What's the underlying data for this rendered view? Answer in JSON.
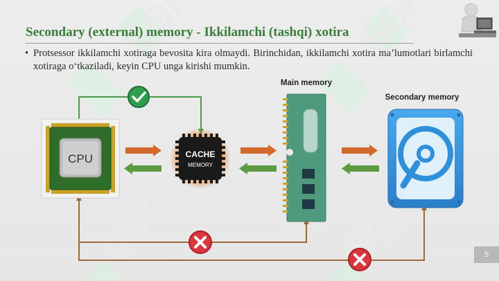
{
  "slide": {
    "title": "Secondary (external) memory - Ikkilamchi (tashqi) xotira",
    "bullet": "Protsessor ikkilamchi xotiraga bevosita kira olmaydi. Birinchidan, ikkilamchi xotira ma’lumotlari birlamchi xotiraga o‘tkaziladi, keyin CPU unga kirishi mumkin.",
    "page_number": "5"
  },
  "diagram": {
    "cpu_label": "CPU",
    "cache_label": "CACHE",
    "cache_sublabel": "MEMORY",
    "main_memory_label": "Main memory",
    "secondary_memory_label": "Secondary memory"
  },
  "watermark_text": "SOFF",
  "colors": {
    "title_green": "#3a7d3b",
    "arrow_orange": "#d2692c",
    "arrow_green": "#5b9a3e",
    "connector_brown": "#9a6a3a",
    "check_green": "#2e9e4e",
    "cross_red": "#d9363e",
    "ram_board": "#4f9a7c",
    "disk_blue": "#2f8fd8"
  },
  "icons": {
    "check": "check-circle-icon",
    "cross": "x-circle-icon",
    "cpu": "cpu-chip-icon",
    "cache": "cache-chip-icon",
    "ram": "ram-module-icon",
    "disk": "hard-disk-icon",
    "user": "user-at-computer-icon"
  }
}
